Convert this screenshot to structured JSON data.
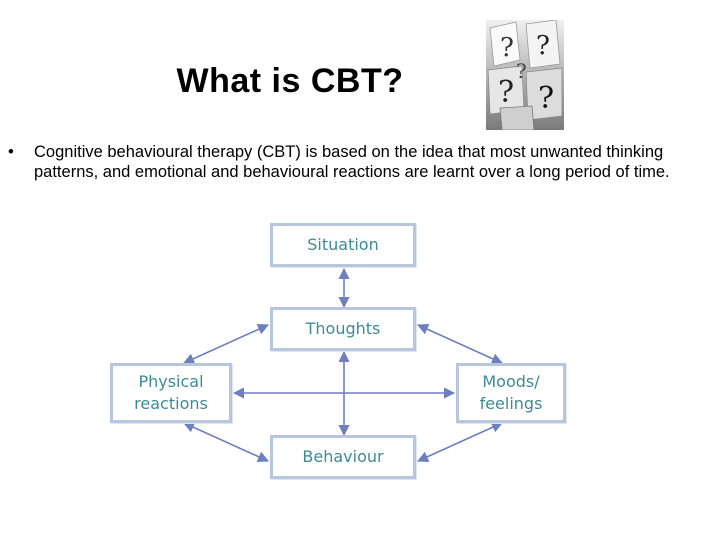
{
  "slide": {
    "title": "What is CBT?",
    "bullet": "Cognitive behavioural therapy (CBT) is based on the idea that most unwanted thinking patterns, and emotional and behavioural reactions are learnt over a long period of time."
  },
  "image": {
    "icon": "question-marks-image"
  },
  "diagram": {
    "nodes": {
      "situation": "Situation",
      "thoughts": "Thoughts",
      "physical_line1": "Physical",
      "physical_line2": "reactions",
      "moods_line1": "Moods/",
      "moods_line2": "feelings",
      "behaviour": "Behaviour"
    },
    "colors": {
      "text": "#3e8a95",
      "border": "#b7c6dc",
      "arrow": "#6e7fbf"
    }
  }
}
